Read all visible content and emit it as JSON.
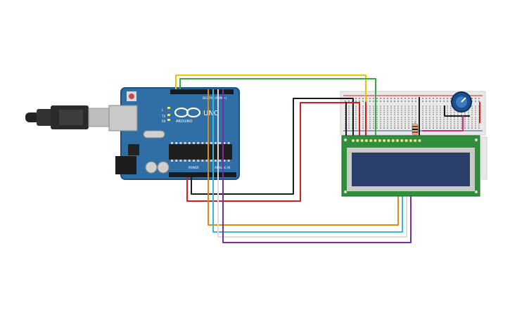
{
  "arduino": {
    "brand_label": "ARDUINO",
    "model_label": "UNO",
    "digital_label": "DIGITAL (PWM ~)",
    "power_label": "POWER",
    "analog_label": "ANALOG IN",
    "led_label": "L",
    "tx_label": "TX",
    "rx_label": "RX"
  },
  "colors": {
    "board": "#2f6fa6",
    "board_dark": "#1f4f7c",
    "breadboard": "#e9e9e9",
    "lcd_pcb": "#2f8f3d",
    "lcd_screen": "#2a3f6a",
    "pot_body": "#1c4f8e",
    "wire_yellow": "#e6c700",
    "wire_green": "#3aa845",
    "wire_black": "#1a1a1a",
    "wire_red": "#d11f1f",
    "wire_orange": "#e08a10",
    "wire_cyan": "#39b8d4",
    "wire_white": "#dddddd",
    "wire_purple": "#7a2da0",
    "wire_magenta": "#c8307a"
  },
  "components": {
    "usb_cable": "usb-cable",
    "lcd": "16x2-lcd",
    "potentiometer": "potentiometer",
    "resistor": "resistor"
  }
}
